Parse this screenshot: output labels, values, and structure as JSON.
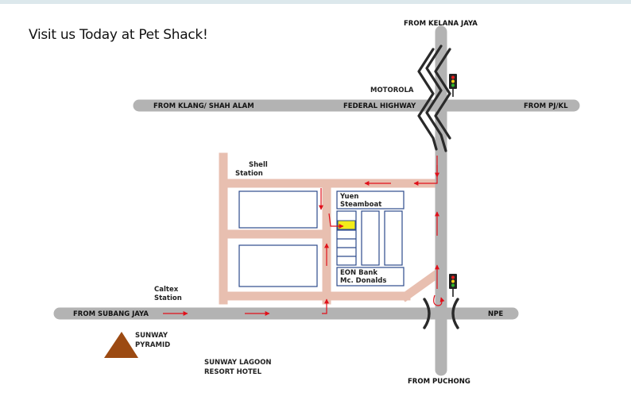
{
  "title": "Visit us Today at Pet Shack!",
  "roads": {
    "kelana_jaya": "FROM KELANA JAYA",
    "klang": "FROM KLANG/ SHAH ALAM",
    "federal": "FEDERAL HIGHWAY",
    "pj": "FROM PJ/KL",
    "subang": "FROM SUBANG JAYA",
    "npe": "NPE",
    "puchong": "FROM PUCHONG"
  },
  "landmarks": {
    "motorola": "MOTOROLA",
    "shell_1": "Shell",
    "shell_2": "Station",
    "caltex_1": "Caltex",
    "caltex_2": "Station",
    "yuen_1": "Yuen",
    "yuen_2": "Steamboat",
    "eon_1": "EON Bank",
    "eon_2": "Mc. Donalds",
    "pyramid_1": "SUNWAY",
    "pyramid_2": "PYRAMID",
    "lagoon_1": "SUNWAY LAGOON",
    "lagoon_2": "RESORT HOTEL"
  },
  "colors": {
    "road": "#b3b3b3",
    "local_road": "#e8bfb0",
    "arrow": "#e0101a",
    "highlight": "#f2ec1a",
    "pyramid": "#9c4a12",
    "block_outline": "#2d4b8c"
  },
  "icons": [
    "traffic-light-icon",
    "pyramid-icon",
    "direction-arrow-icon"
  ]
}
